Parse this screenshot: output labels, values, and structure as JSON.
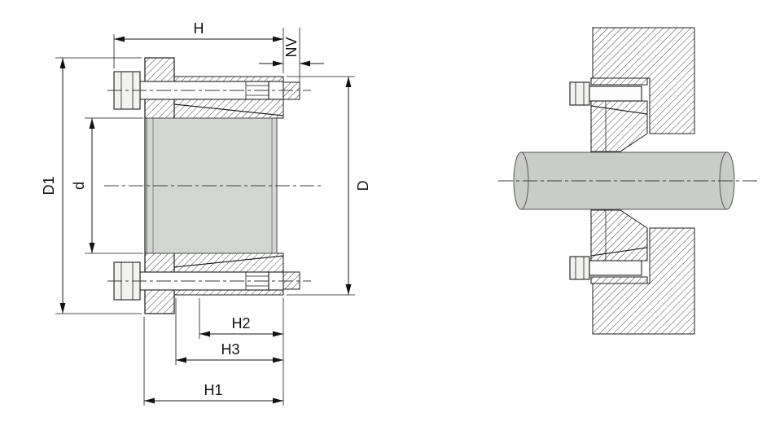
{
  "figure": {
    "dimensions": {
      "H": "H",
      "NV": "NV",
      "D1": "D1",
      "d": "d",
      "D": "D",
      "H2": "H2",
      "H3": "H3",
      "H1": "H1"
    },
    "colors": {
      "background": "#ffffff",
      "line": "#1c1c1c",
      "hatch": "#2e2e2e",
      "shaft_fill": "#c9ccc9",
      "bore_fill": "#d3d5d3",
      "bolt_fill": "#f2f2f0"
    }
  }
}
